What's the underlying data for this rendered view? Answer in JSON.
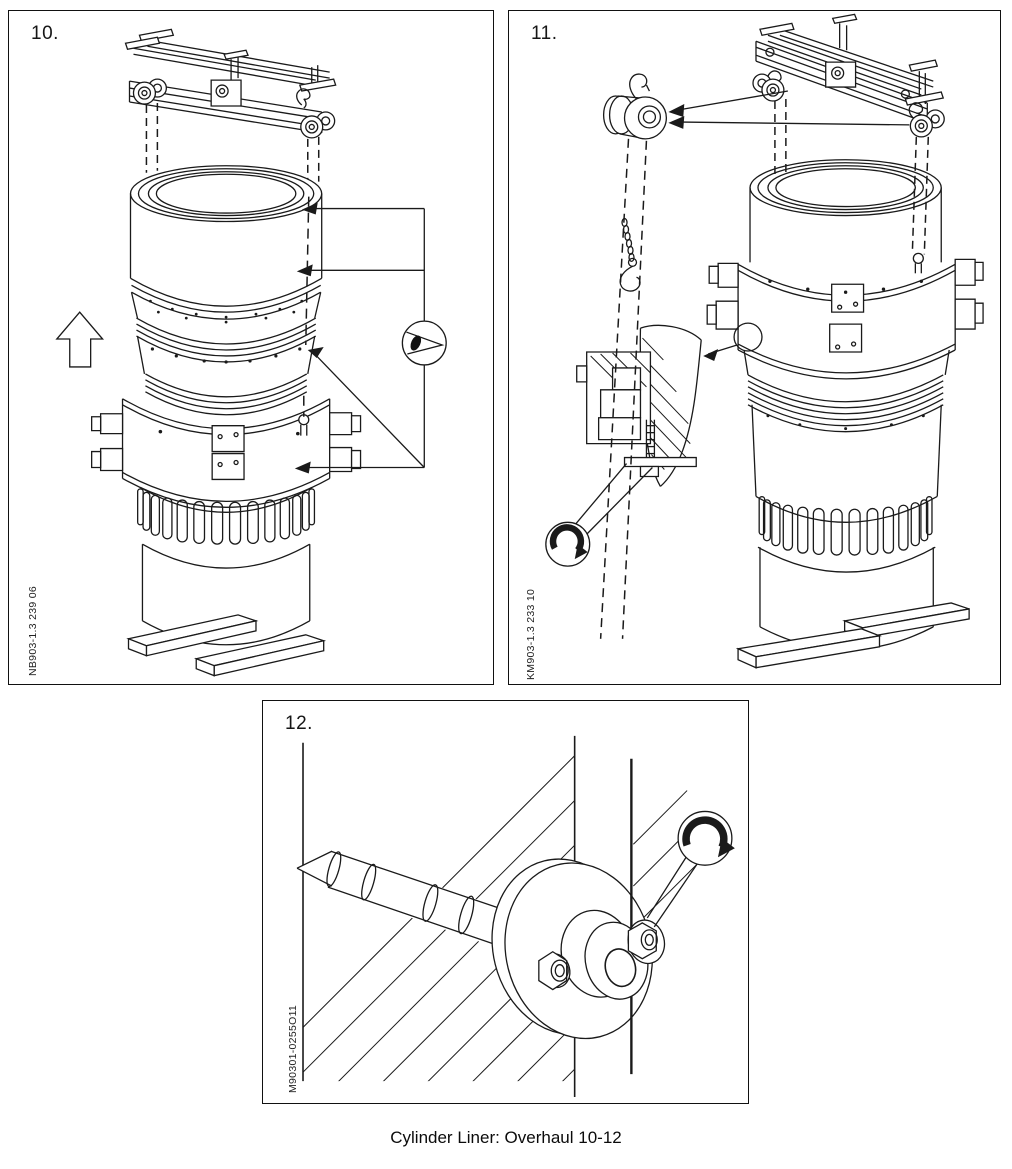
{
  "caption": "Cylinder Liner: Overhaul 10-12",
  "panels": [
    {
      "number": "10.",
      "code": "NB903-1.3 239 06"
    },
    {
      "number": "11.",
      "code": "KM903-1.3 233 10"
    },
    {
      "number": "12.",
      "code": "M90301-0255O11"
    }
  ],
  "symbols": {
    "visual_inspection": "eye-in-circle",
    "rotate_clockwise": "circular-arrow-in-circle",
    "lift_direction": "hollow-up-arrow"
  },
  "colors": {
    "line": "#1a1a1a",
    "background": "#ffffff"
  }
}
